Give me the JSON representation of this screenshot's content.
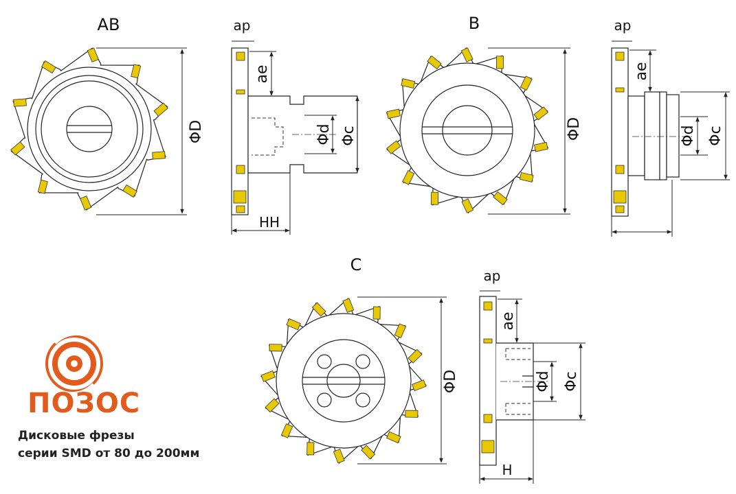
{
  "views": {
    "ab": {
      "title": "AB",
      "label_d": "ΦD",
      "label_ap": "ap",
      "label_ae": "ae",
      "label_bore": "Φd",
      "label_hub": "Φc",
      "label_width": "HH"
    },
    "b": {
      "title": "B",
      "label_d": "ΦD",
      "label_ap": "ap",
      "label_ae": "ae",
      "label_bore": "Φd",
      "label_hub": "Φc"
    },
    "c": {
      "title": "C",
      "label_d": "ΦD",
      "label_ap": "ap",
      "label_ae": "ae",
      "label_bore": "Φd",
      "label_hub": "Φc",
      "label_width": "H"
    }
  },
  "brand": {
    "name": "ПОЗОС",
    "color": "#e35b1c"
  },
  "caption": {
    "line1": "Дисковые фрезы",
    "line2": "серии SMD от 80 до 200мм"
  },
  "colors": {
    "insert": "#e8c800",
    "line": "#222222"
  }
}
